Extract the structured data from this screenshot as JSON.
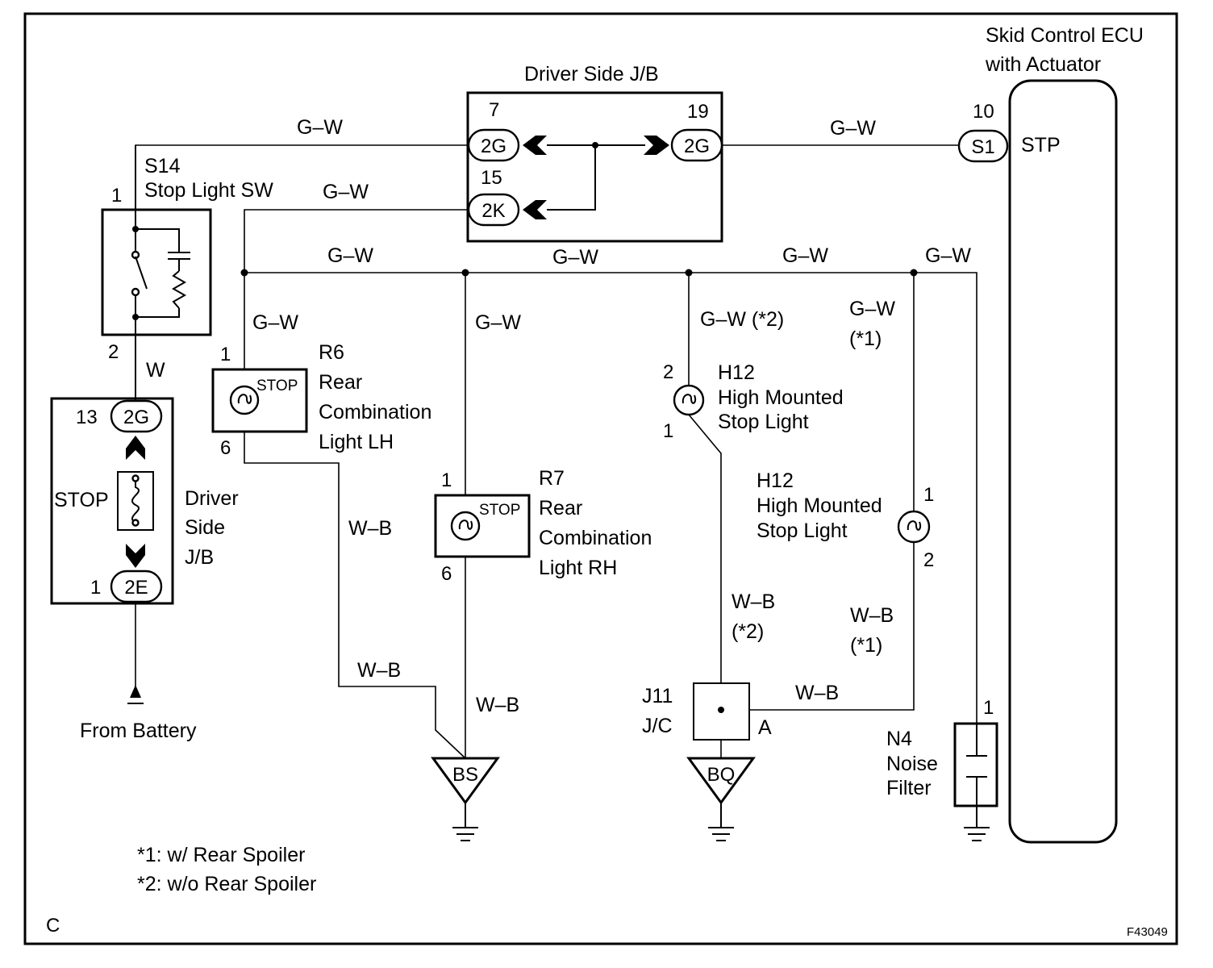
{
  "title_corner": "C",
  "figure_code": "F43049",
  "ecu": {
    "name_line1": "Skid Control ECU",
    "name_line2": "with Actuator",
    "terminal": "STP",
    "connector": "S1",
    "pin": "10"
  },
  "jb_top": {
    "title": "Driver Side J/B",
    "conn_left_top": "2G",
    "pin_left_top": "7",
    "conn_left_bottom": "2K",
    "pin_left_bottom": "15",
    "conn_right": "2G",
    "pin_right": "19"
  },
  "stop_sw": {
    "code": "S14",
    "name": "Stop Light SW",
    "pin_top": "1",
    "pin_bottom": "2"
  },
  "jb_left": {
    "conn_top": "2G",
    "pin_top": "13",
    "fuse": "STOP",
    "conn_bottom": "2E",
    "pin_bottom": "1",
    "name_line1": "Driver",
    "name_line2": "Side",
    "name_line3": "J/B"
  },
  "battery_label": "From Battery",
  "r6": {
    "code": "R6",
    "line1": "Rear",
    "line2": "Combination",
    "line3": "Light LH",
    "pin_top": "1",
    "pin_bottom": "6",
    "tag": "STOP"
  },
  "r7": {
    "code": "R7",
    "line1": "Rear",
    "line2": "Combination",
    "line3": "Light RH",
    "pin_top": "1",
    "pin_bottom": "6",
    "tag": "STOP"
  },
  "h12a": {
    "code": "H12",
    "line1": "High Mounted",
    "line2": "Stop Light",
    "pin_top": "2",
    "pin_bottom": "1"
  },
  "h12b": {
    "code": "H12",
    "line1": "High Mounted",
    "line2": "Stop Light",
    "pin_top": "1",
    "pin_bottom": "2"
  },
  "j11": {
    "code": "J11",
    "name": "J/C",
    "terminal": "A"
  },
  "n4": {
    "code": "N4",
    "line1": "Noise",
    "line2": "Filter",
    "pin": "1"
  },
  "grounds": {
    "bs": "BS",
    "bq": "BQ"
  },
  "wires": {
    "gw": "G–W",
    "w": "W",
    "wb": "W–B",
    "gw2": "G–W (*2)",
    "gw1_line1": "G–W",
    "gw1_line2": "(*1)",
    "wb2_line1": "W–B",
    "wb2_line2": "(*2)",
    "wb1_line1": "W–B",
    "wb1_line2": "(*1)"
  },
  "notes": {
    "n1": "*1: w/ Rear Spoiler",
    "n2": "*2: w/o Rear Spoiler"
  }
}
